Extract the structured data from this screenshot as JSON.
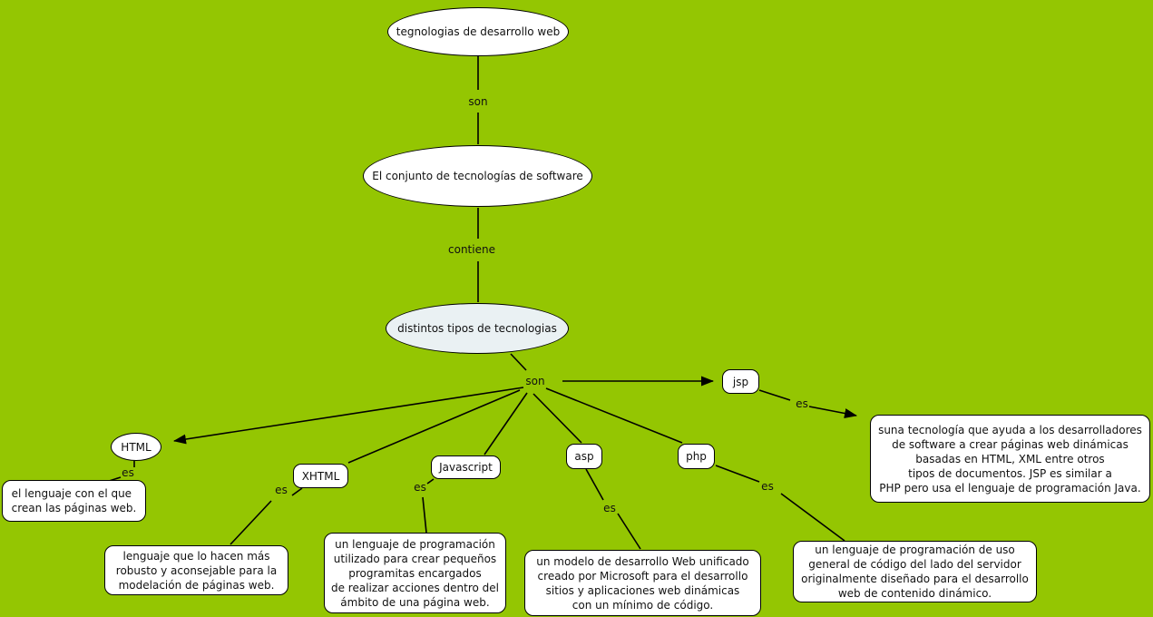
{
  "colors": {
    "background": "#94c602",
    "node_fill": "#ffffff",
    "highlight_node_fill": "#eaf1f3",
    "node_border": "#000000",
    "text": "#111111"
  },
  "map": {
    "root_label": "tegnologias de desarrollo web",
    "level2_label": "El conjunto de tecnologías de software",
    "level3_label": "distintos tipos de tecnologias",
    "labels": {
      "son_top": "son",
      "contiene": "contiene",
      "son_hub": "son",
      "es_html": "es",
      "es_xhtml": "es",
      "es_javascript": "es",
      "es_asp": "es",
      "es_php": "es",
      "es_jsp": "es"
    },
    "technologies": {
      "html": "HTML",
      "xhtml": "XHTML",
      "javascript": "Javascript",
      "asp": "asp",
      "php": "php",
      "jsp": "jsp"
    },
    "descriptions": {
      "html": "el lenguaje con el que\ncrean las páginas web.",
      "xhtml": "lenguaje que lo hacen más\nrobusto y aconsejable para la\nmodelación de páginas web.",
      "javascript": "un lenguaje de programación\nutilizado para crear pequeños\nprogramitas encargados\nde realizar acciones dentro del\námbito de una página web.",
      "asp": "un modelo de desarrollo Web unificado\ncreado por Microsoft para el desarrollo\nsitios y aplicaciones web dinámicas\ncon un mínimo de código.",
      "php": "un lenguaje de programación de uso\ngeneral de código del lado del servidor\noriginalmente diseñado para el desarrollo\nweb de contenido dinámico.",
      "jsp": "suna tecnología que ayuda a los desarrolladores\nde software a crear páginas web dinámicas\nbasadas en HTML, XML entre otros\ntipos de documentos. JSP es similar a\nPHP pero usa el lenguaje de programación Java."
    }
  }
}
